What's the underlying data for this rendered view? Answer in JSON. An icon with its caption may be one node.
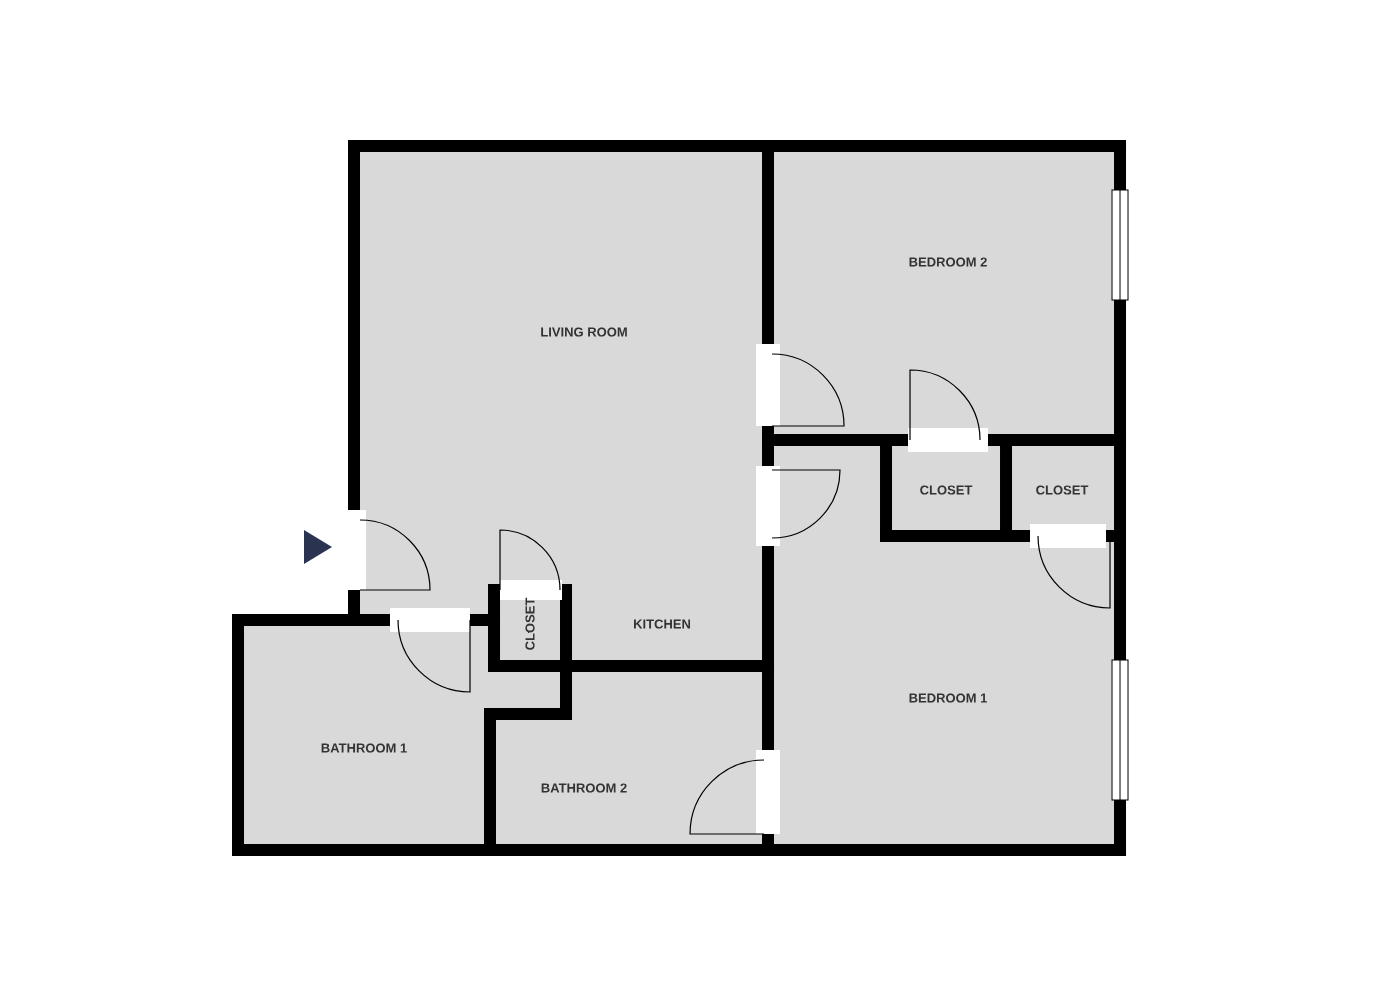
{
  "diagram": {
    "labels": [
      "LIVING ROOM",
      "BEDROOM 2",
      "CLOSET",
      "CLOSET",
      "CLOSET",
      "KITCHEN",
      "BEDROOM 1",
      "BATHROOM 1",
      "BATHROOM 2"
    ]
  }
}
